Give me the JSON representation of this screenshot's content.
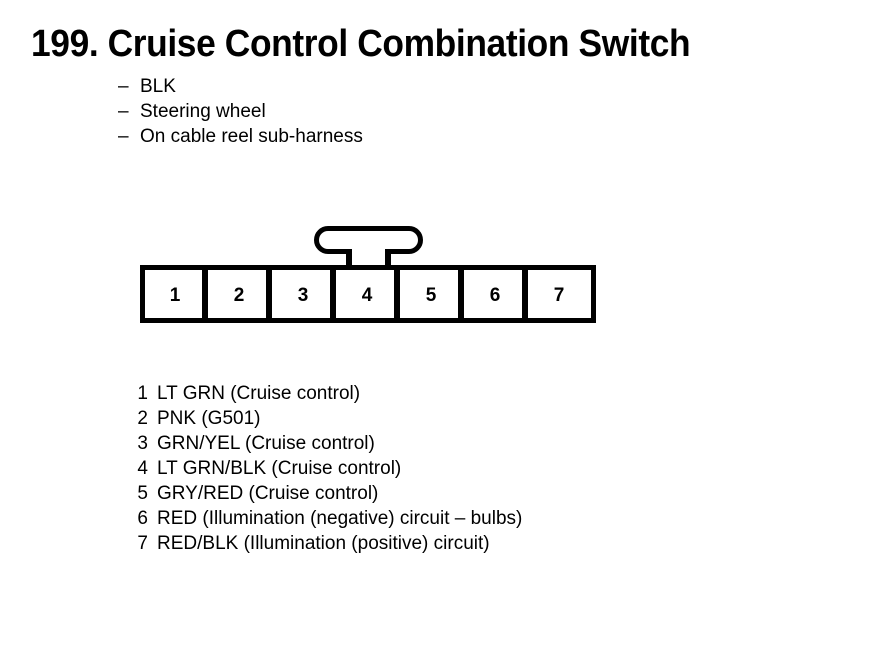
{
  "title": {
    "number": "199.",
    "text": "Cruise Control Combination Switch"
  },
  "description": {
    "dash": "–",
    "items": [
      {
        "label": "BLK"
      },
      {
        "label": "Steering wheel"
      },
      {
        "label": "On cable reel sub-harness"
      }
    ]
  },
  "connector": {
    "name": "7-cavity connector",
    "latch_tab": "locking-tab",
    "pins": [
      "1",
      "2",
      "3",
      "4",
      "5",
      "6",
      "7"
    ]
  },
  "legend": {
    "rows": [
      {
        "pin": "1",
        "wire": "LT GRN (Cruise control)"
      },
      {
        "pin": "2",
        "wire": "PNK (G501)"
      },
      {
        "pin": "3",
        "wire": "GRN/YEL (Cruise control)"
      },
      {
        "pin": "4",
        "wire": "LT GRN/BLK (Cruise control)"
      },
      {
        "pin": "5",
        "wire": "GRY/RED (Cruise control)"
      },
      {
        "pin": "6",
        "wire": "RED (Illumination (negative) circuit – bulbs)"
      },
      {
        "pin": "7",
        "wire": "RED/BLK (Illumination (positive) circuit)"
      }
    ]
  },
  "colors": {
    "ink": "#000000",
    "background": "#ffffff"
  }
}
